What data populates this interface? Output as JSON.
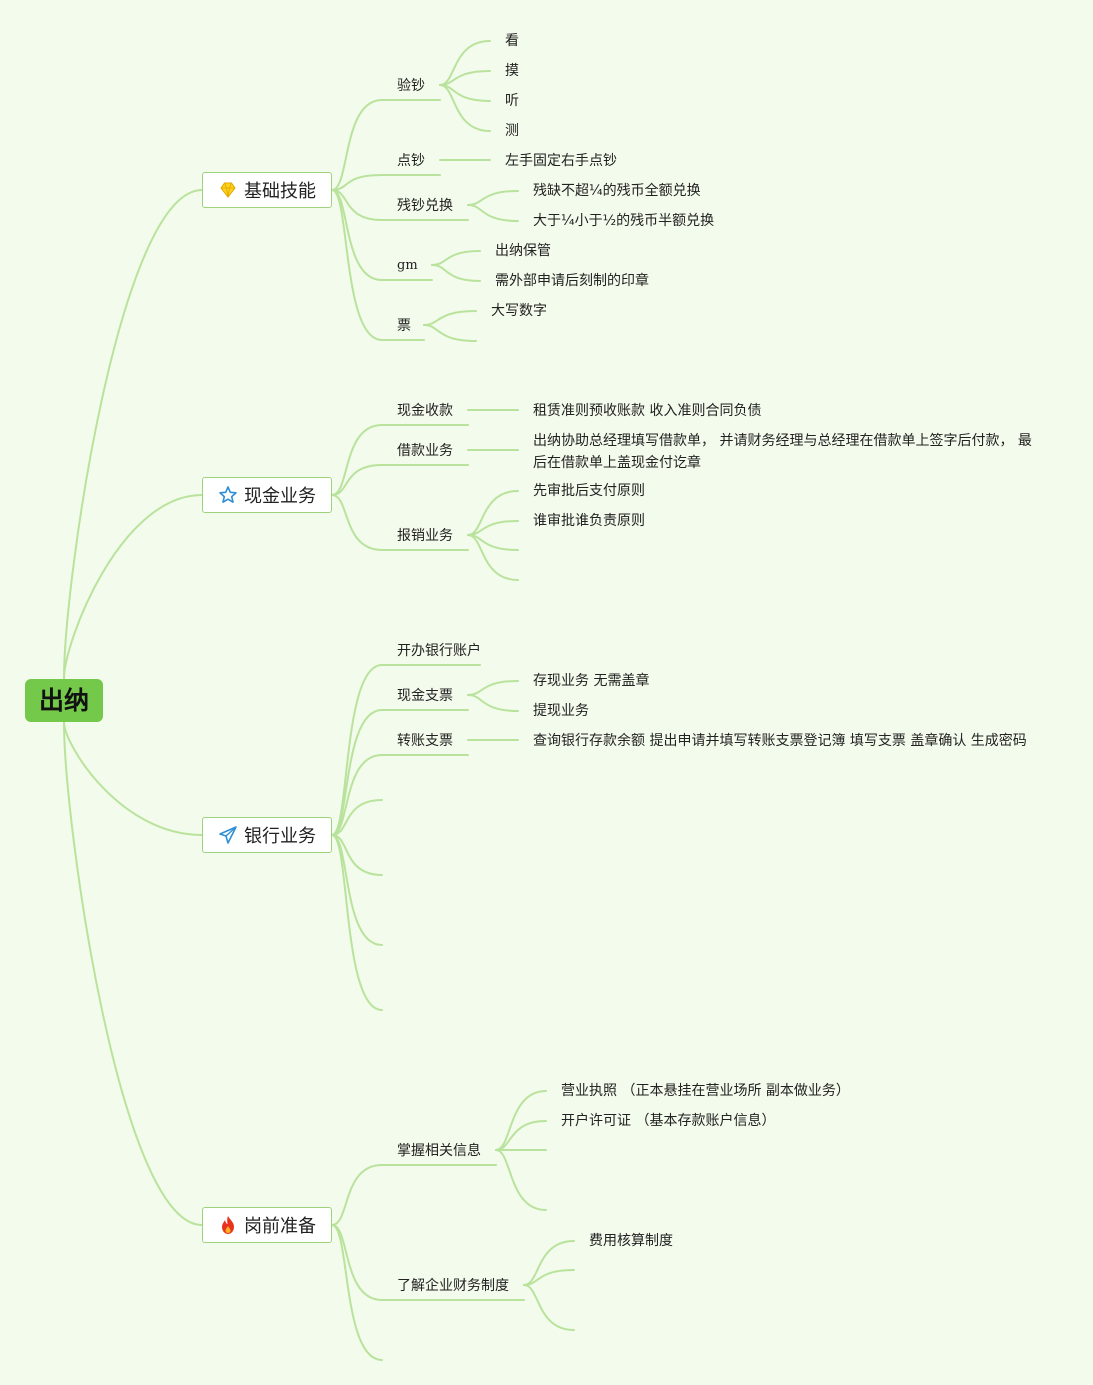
{
  "colors": {
    "background": "#f3fbec",
    "root_fill": "#74c94a",
    "link": "#b9e39c",
    "topic_border": "#9fd27c"
  },
  "root": {
    "label": "出纳"
  },
  "branches": [
    {
      "label": "基础技能",
      "icon": "diamond-icon",
      "children": [
        {
          "label": "验钞",
          "children": [
            "看",
            "摸",
            "听",
            "测"
          ]
        },
        {
          "label": "点钞",
          "children": [
            "左手固定右手点钞"
          ]
        },
        {
          "label": "残钞兑换",
          "children": [
            "残缺不超¼的残币全额兑换",
            "大于¼小于½的残币半额兑换"
          ]
        },
        {
          "label": "gm",
          "children": [
            "出纳保管",
            "需外部申请后刻制的印章"
          ]
        },
        {
          "label": "票",
          "children": [
            "大写数字",
            ""
          ]
        }
      ]
    },
    {
      "label": "现金业务",
      "icon": "star-icon",
      "children": [
        {
          "label": "现金收款",
          "children": [
            "租赁准则预收账款 收入准则合同负债"
          ]
        },
        {
          "label": "借款业务",
          "children": [
            "出纳协助总经理填写借款单， 并请财务经理与总经理在借款单上签字后付款， 最后在借款单上盖现金付讫章"
          ]
        },
        {
          "label": "报销业务",
          "children": [
            "先审批后支付原则",
            "谁审批谁负责原则",
            "",
            ""
          ]
        }
      ]
    },
    {
      "label": "银行业务",
      "icon": "send-icon",
      "children": [
        {
          "label": "开办银行账户",
          "children": []
        },
        {
          "label": "现金支票",
          "children": [
            "存现业务 无需盖章",
            "提现业务"
          ]
        },
        {
          "label": "转账支票",
          "children": [
            "查询银行存款余额 提出申请并填写转账支票登记簿 填写支票 盖章确认 生成密码"
          ]
        },
        {
          "label": "",
          "children": []
        },
        {
          "label": "",
          "children": []
        },
        {
          "label": "",
          "children": []
        },
        {
          "label": "",
          "children": []
        }
      ]
    },
    {
      "label": "岗前准备",
      "icon": "fire-icon",
      "children": [
        {
          "label": "掌握相关信息",
          "children": [
            "营业执照 （正本悬挂在营业场所 副本做业务）",
            "开户许可证 （基本存款账户信息）",
            "",
            ""
          ]
        },
        {
          "label": "了解企业财务制度",
          "children": [
            "费用核算制度",
            "",
            ""
          ]
        },
        {
          "label": "",
          "children": []
        }
      ]
    }
  ]
}
